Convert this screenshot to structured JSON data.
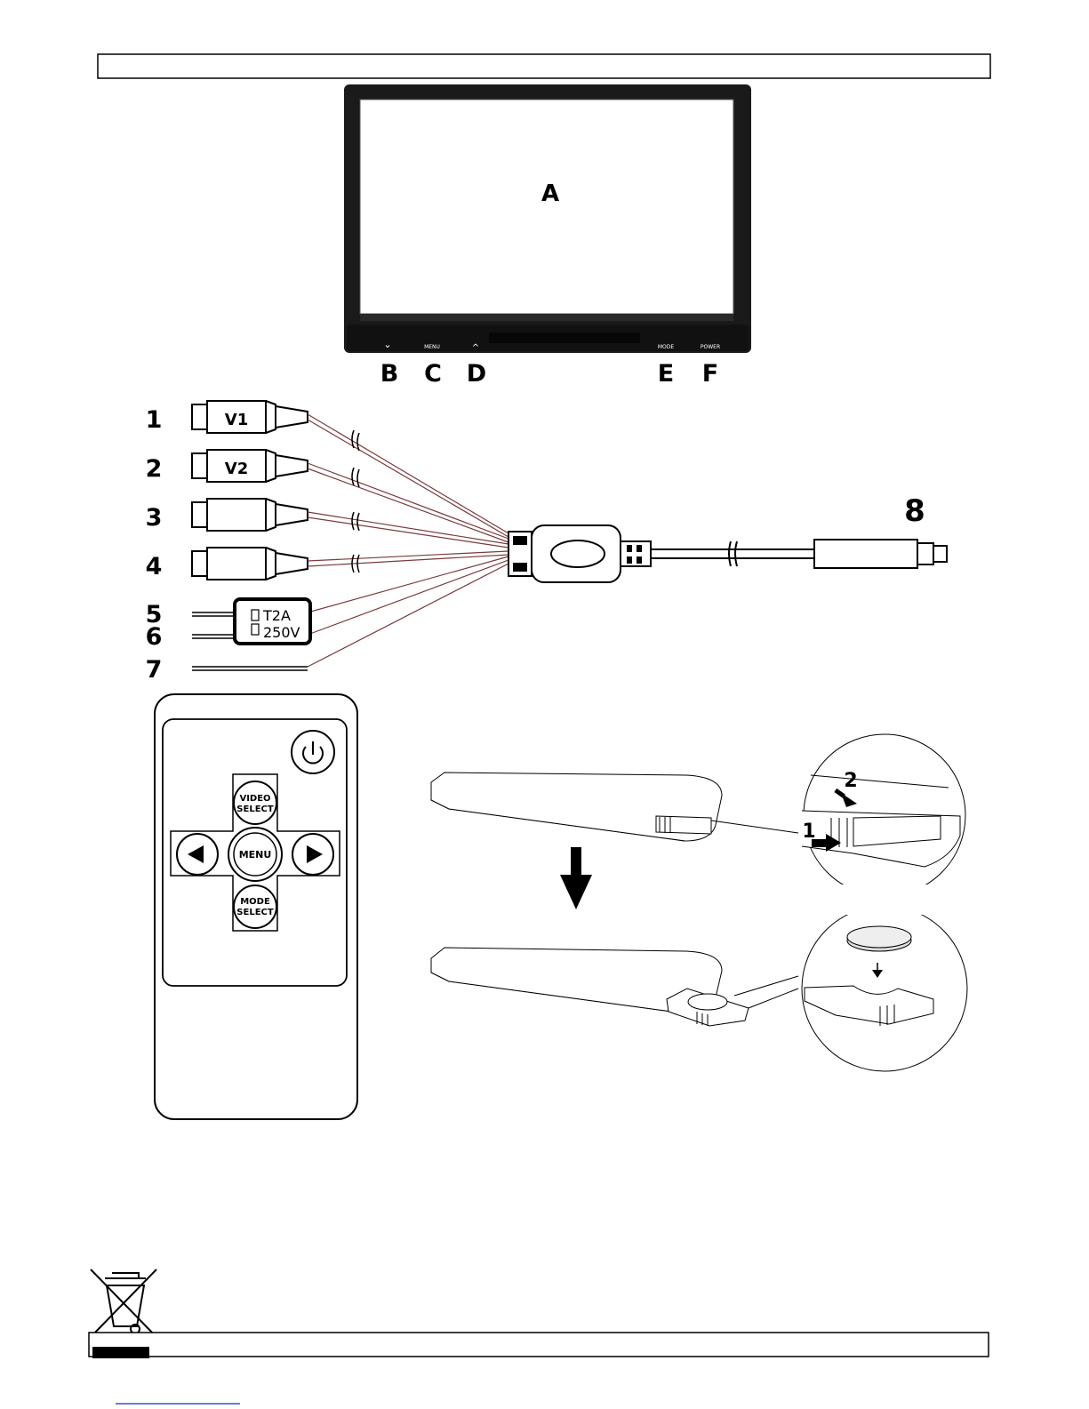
{
  "monitor": {
    "screen_label": "A",
    "buttons": [
      {
        "id": "B",
        "text": "⌄"
      },
      {
        "id": "C",
        "text": "MENU"
      },
      {
        "id": "D",
        "text": "^"
      },
      {
        "id": "E",
        "text": "MODE"
      },
      {
        "id": "F",
        "text": "POWER"
      }
    ],
    "callouts": [
      "B",
      "C",
      "D",
      "E",
      "F"
    ]
  },
  "cable": {
    "connector_numbers": [
      "1",
      "2",
      "3",
      "4",
      "5",
      "6",
      "7"
    ],
    "plug_labels": [
      "V1",
      "V2"
    ],
    "fuse": {
      "line1": "T2A",
      "line2": "250V"
    },
    "end_number": "8"
  },
  "remote": {
    "buttons": {
      "video_select": [
        "VIDEO",
        "SELECT"
      ],
      "menu": "MENU",
      "mode_select": [
        "MODE",
        "SELECT"
      ]
    },
    "icons": [
      "power-icon",
      "left-arrow-icon",
      "right-arrow-icon"
    ]
  },
  "battery": {
    "step_numbers": [
      "2",
      "1"
    ],
    "icons": [
      "down-arrow-icon",
      "push-arrow-icon",
      "slide-arrow-icon"
    ]
  },
  "footer": {
    "icon": "weee-crossed-bin-icon"
  }
}
